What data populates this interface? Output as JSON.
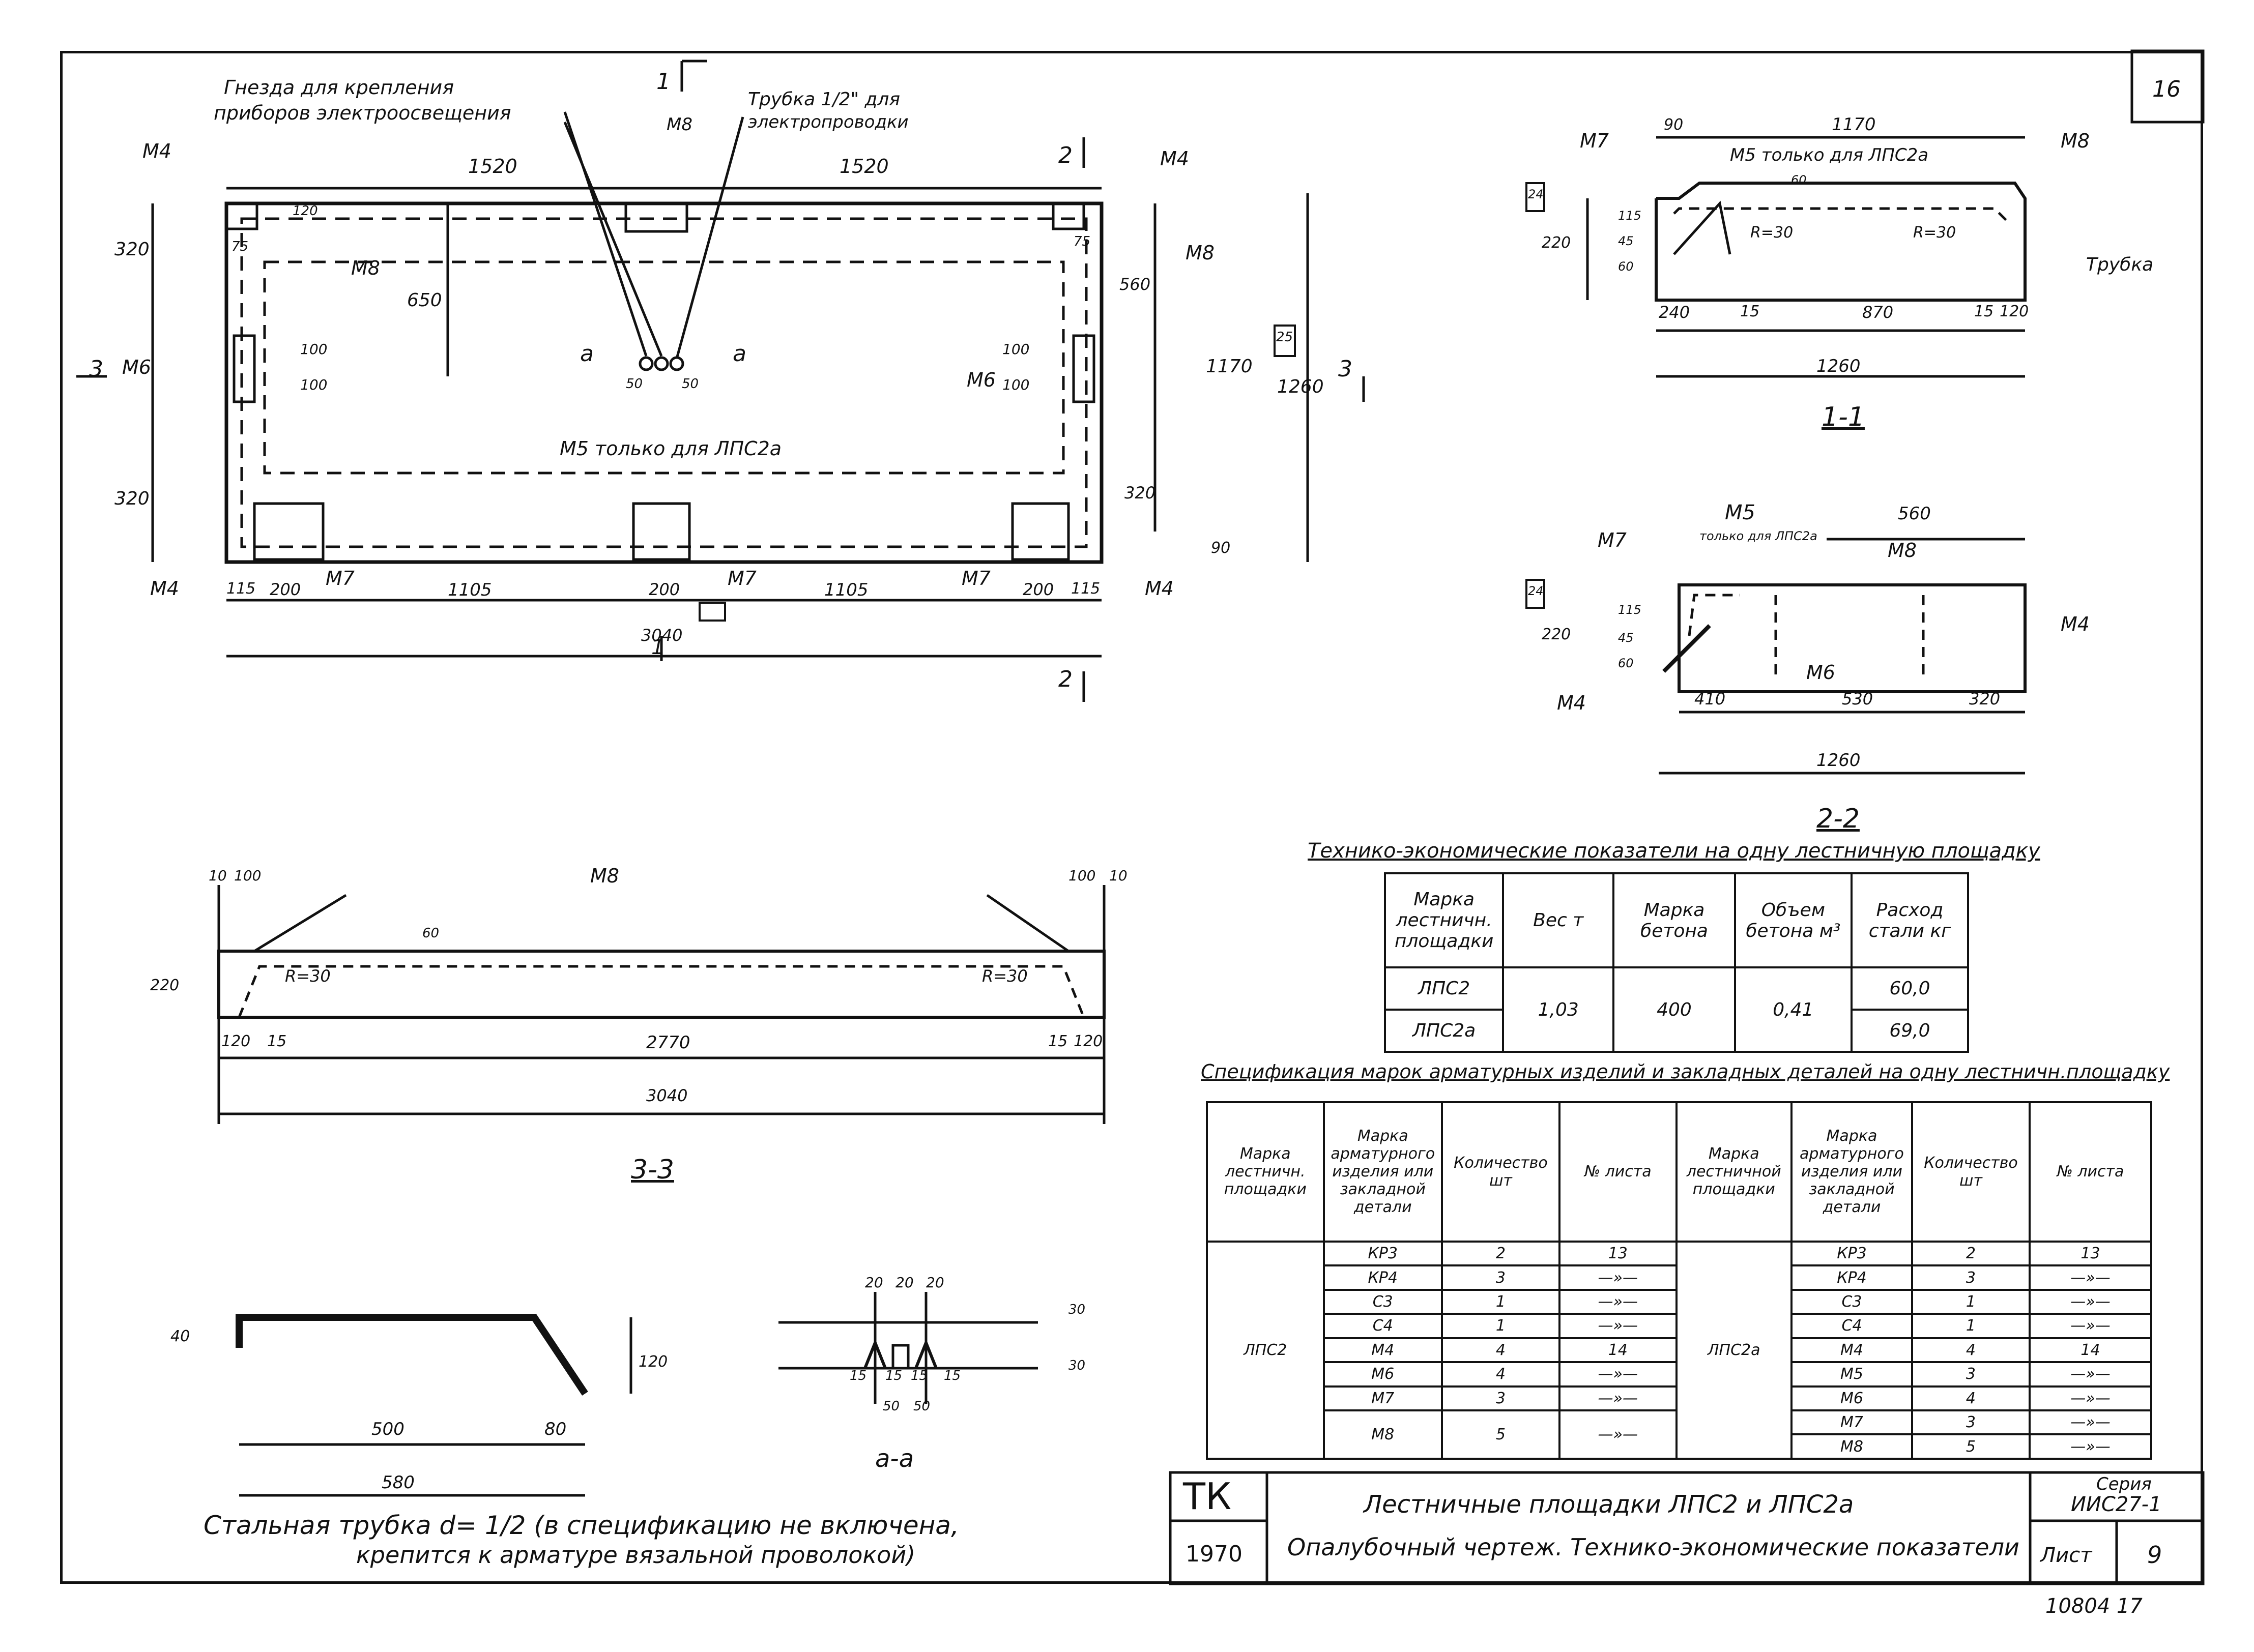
{
  "sheet_number": "16",
  "plan": {
    "label_sockets": "Гнезда для крепления",
    "label_sockets2": "приборов электроосвещения",
    "label_tube": "Трубка 1/2\" для",
    "label_tube2": "электропроводки",
    "label_m5": "М5 только для ЛПС2а",
    "dims": [
      "1520",
      "1520",
      "320",
      "650",
      "320",
      "1170",
      "1260",
      "3040",
      "1105",
      "1105",
      "115",
      "200",
      "200",
      "200",
      "115",
      "90",
      "120",
      "100",
      "100",
      "100",
      "100",
      "560",
      "320",
      "75",
      "75",
      "50",
      "50"
    ],
    "marks": [
      "М4",
      "М4",
      "М4",
      "М4",
      "М8",
      "М8",
      "М8",
      "М6",
      "М6",
      "М7",
      "М7",
      "М7"
    ],
    "section_labels": [
      "1",
      "1",
      "2",
      "2",
      "3",
      "3",
      "а",
      "а"
    ],
    "stamp": "25"
  },
  "section11": {
    "title": "1-1",
    "marks": [
      "М7",
      "М8",
      "М5 только для ЛПС2а",
      "Трубка"
    ],
    "dims": [
      "90",
      "1170",
      "220",
      "115",
      "45",
      "60",
      "60",
      "R=30",
      "R=30",
      "240",
      "15",
      "870",
      "15",
      "120",
      "1260"
    ],
    "stamp": "24"
  },
  "section22": {
    "title": "2-2",
    "marks": [
      "М5",
      "только для ЛПС2а",
      "М7",
      "М8",
      "М4",
      "М4",
      "М6"
    ],
    "dims": [
      "560",
      "220",
      "115",
      "45",
      "60",
      "410",
      "530",
      "320",
      "1260"
    ],
    "stamp": "24"
  },
  "section33": {
    "title": "3-3",
    "marks": [
      "М8"
    ],
    "dims": [
      "10",
      "100",
      "100",
      "10",
      "60",
      "220",
      "R=30",
      "R=30",
      "120",
      "15",
      "2770",
      "15",
      "120",
      "3040"
    ]
  },
  "tube": {
    "dims": [
      "40",
      "120",
      "500",
      "80",
      "580"
    ],
    "caption1": "Стальная трубка d= 1/2 (в спецификацию не включена,",
    "caption2": "крепится к арматуре вязальной проволокой)"
  },
  "section_aa": {
    "title": "а-а",
    "dims": [
      "20",
      "20",
      "20",
      "30",
      "30",
      "15",
      "15",
      "15",
      "15",
      "50",
      "50"
    ]
  },
  "tep_table": {
    "title": "Технико-экономические показатели на одну лестничную площадку",
    "headers": [
      "Марка лестничн. площадки",
      "Вес т",
      "Марка бетона",
      "Объем бетона м³",
      "Расход стали кг"
    ],
    "rows": [
      [
        "ЛПС2",
        "1,03",
        "400",
        "0,41",
        "60,0"
      ],
      [
        "ЛПС2а",
        "",
        "",
        "",
        "69,0"
      ]
    ]
  },
  "spec_table": {
    "title": "Спецификация марок арматурных изделий и закладных деталей на одну лестничн.площадку",
    "headers": [
      "Марка лестничн. площадки",
      "Марка арматурного изделия или закладной детали",
      "Количество шт",
      "№ листа",
      "Марка лестничной площадки",
      "Марка арматурного изделия или закладной детали",
      "Количество шт",
      "№ листа"
    ],
    "left_group": "ЛПС2",
    "right_group": "ЛПС2а",
    "left_rows": [
      [
        "КР3",
        "2",
        "13"
      ],
      [
        "КР4",
        "3",
        "—»—"
      ],
      [
        "С3",
        "1",
        "—»—"
      ],
      [
        "С4",
        "1",
        "—»—"
      ],
      [
        "М4",
        "4",
        "14"
      ],
      [
        "М6",
        "4",
        "—»—"
      ],
      [
        "М7",
        "3",
        "—»—"
      ],
      [
        "М8",
        "5",
        "—»—"
      ]
    ],
    "right_rows": [
      [
        "КР3",
        "2",
        "13"
      ],
      [
        "КР4",
        "3",
        "—»—"
      ],
      [
        "С3",
        "1",
        "—»—"
      ],
      [
        "С4",
        "1",
        "—»—"
      ],
      [
        "М4",
        "4",
        "14"
      ],
      [
        "М5",
        "3",
        "—»—"
      ],
      [
        "М6",
        "4",
        "—»—"
      ],
      [
        "М7",
        "3",
        "—»—"
      ],
      [
        "М8",
        "5",
        "—»—"
      ]
    ]
  },
  "title_block": {
    "org": "ТК",
    "year": "1970",
    "title1": "Лестничные площадки ЛПС2 и ЛПС2а",
    "title2": "Опалубочный чертеж. Технико-экономические показатели",
    "series_label": "Серия",
    "series": "ИИС27-1",
    "sheet_label": "Лист",
    "sheet": "9"
  },
  "footer": "10804  17"
}
